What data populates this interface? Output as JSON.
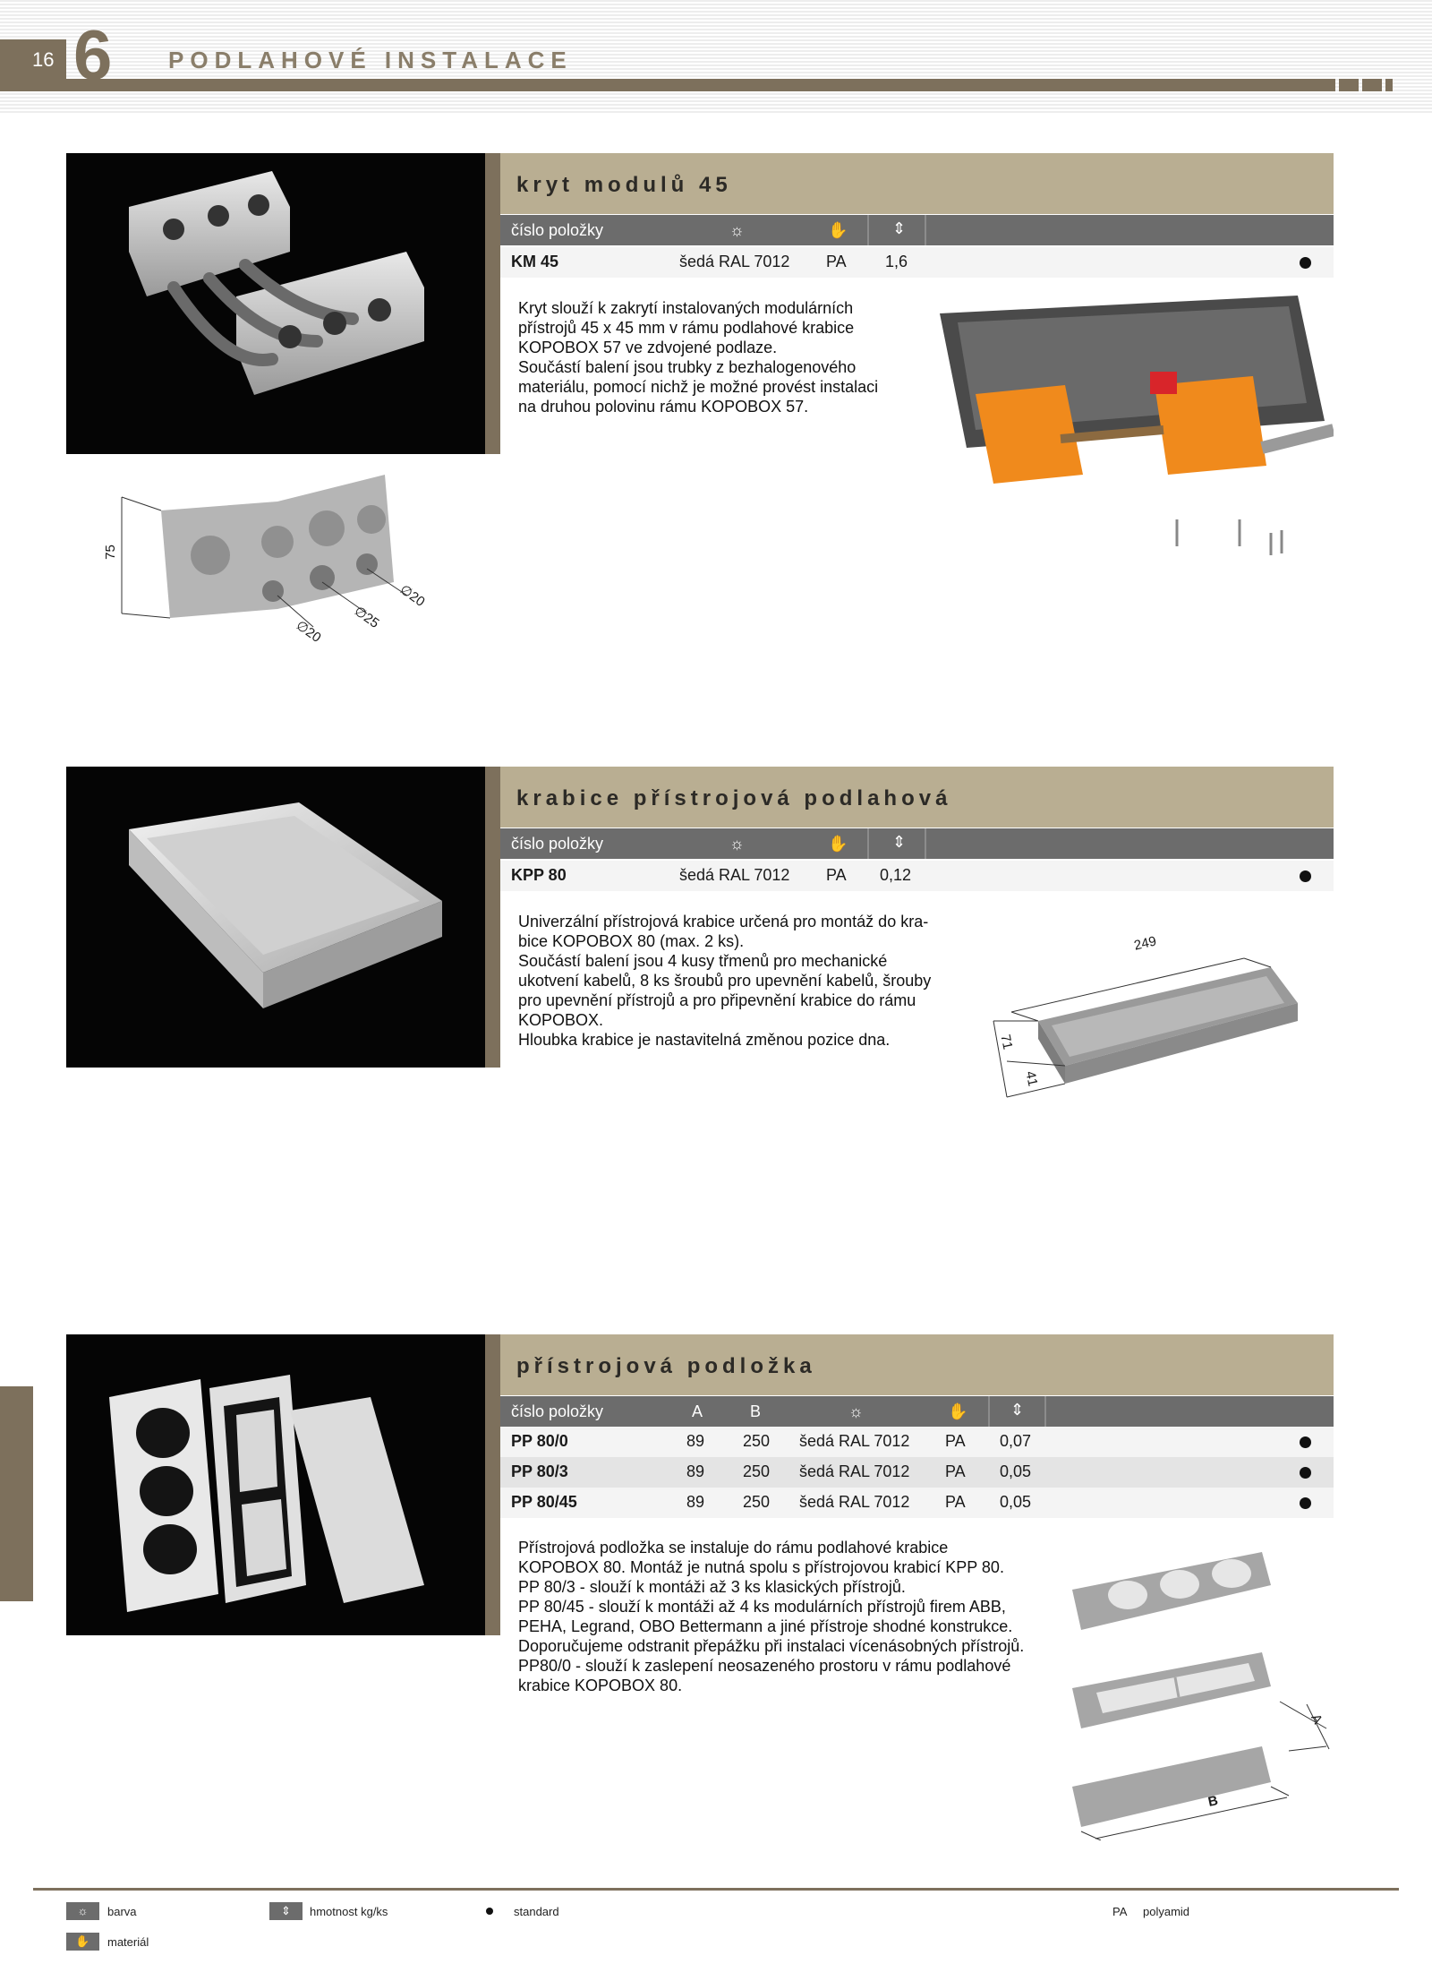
{
  "header": {
    "page_number": "16",
    "chapter_number": "6",
    "chapter_title": "PODLAHOVÉ INSTALACE"
  },
  "sections": [
    {
      "title": "kryt modulů 45",
      "table_header": "číslo položky",
      "rows": [
        {
          "code": "KM 45",
          "color": "šedá RAL 7012",
          "material": "PA",
          "weight": "1,6"
        }
      ],
      "description": [
        "Kryt slouží k zakrytí instalovaných modulárních",
        "přístrojů 45 x 45 mm v rámu podlahové krabice",
        "KOPOBOX 57 ve zdvojené podlaze.",
        "Součástí balení jsou trubky z bezhalogenového",
        "materiálu, pomocí nichž je možné provést instalaci",
        "na druhou polovinu rámu KOPOBOX 57."
      ],
      "drawing_labels": {
        "height": "75",
        "d1": "∅20",
        "d2": "∅25",
        "d3": "∅20"
      }
    },
    {
      "title": "krabice přístrojová podlahová",
      "table_header": "číslo položky",
      "rows": [
        {
          "code": "KPP 80",
          "color": "šedá RAL 7012",
          "material": "PA",
          "weight": "0,12"
        }
      ],
      "description": [
        "Univerzální přístrojová krabice určená pro montáž do kra-",
        "bice KOPOBOX 80 (max. 2 ks).",
        "Součástí balení jsou 4 kusy třmenů pro mechanické",
        "ukotvení kabelů, 8 ks šroubů pro upevnění kabelů, šrouby",
        "pro upevnění přístrojů a pro připevnění krabice do rámu",
        "KOPOBOX.",
        "Hloubka krabice je nastavitelná změnou pozice dna."
      ],
      "drawing_labels": {
        "length": "249",
        "height": "71",
        "depth": "41"
      }
    },
    {
      "title": "přístrojová podložka",
      "table_header": "číslo položky",
      "col_a": "A",
      "col_b": "B",
      "rows": [
        {
          "code": "PP 80/0",
          "a": "89",
          "b": "250",
          "color": "šedá RAL 7012",
          "material": "PA",
          "weight": "0,07"
        },
        {
          "code": "PP 80/3",
          "a": "89",
          "b": "250",
          "color": "šedá RAL 7012",
          "material": "PA",
          "weight": "0,05"
        },
        {
          "code": "PP 80/45",
          "a": "89",
          "b": "250",
          "color": "šedá RAL 7012",
          "material": "PA",
          "weight": "0,05"
        }
      ],
      "description": [
        "Přístrojová podložka se instaluje do rámu podlahové krabice",
        "KOPOBOX 80. Montáž je nutná spolu s přístrojovou krabicí KPP 80.",
        "PP 80/3 - slouží k montáži až 3 ks klasických přístrojů.",
        "PP 80/45 - slouží k montáži až 4 ks modulárních přístrojů firem ABB,",
        "PEHA, Legrand, OBO Bettermann a jiné přístroje shodné konstrukce.",
        "Doporučujeme odstranit přepážku při instalaci vícenásobných přístrojů.",
        "PP80/0 - slouží k zaslepení neosazeného prostoru v rámu podlahové",
        "krabice KOPOBOX 80."
      ],
      "drawing_labels": {
        "a": "A",
        "b": "B"
      }
    }
  ],
  "legend": {
    "color": "barva",
    "material": "materiál",
    "weight": "hmotnost kg/ks",
    "standard": "standard",
    "pa_abbr": "PA",
    "pa_text": "polyamid"
  },
  "colors": {
    "accent": "#7d705c",
    "title_bar": "#b9ae92",
    "table_header": "#6c6c6c"
  }
}
